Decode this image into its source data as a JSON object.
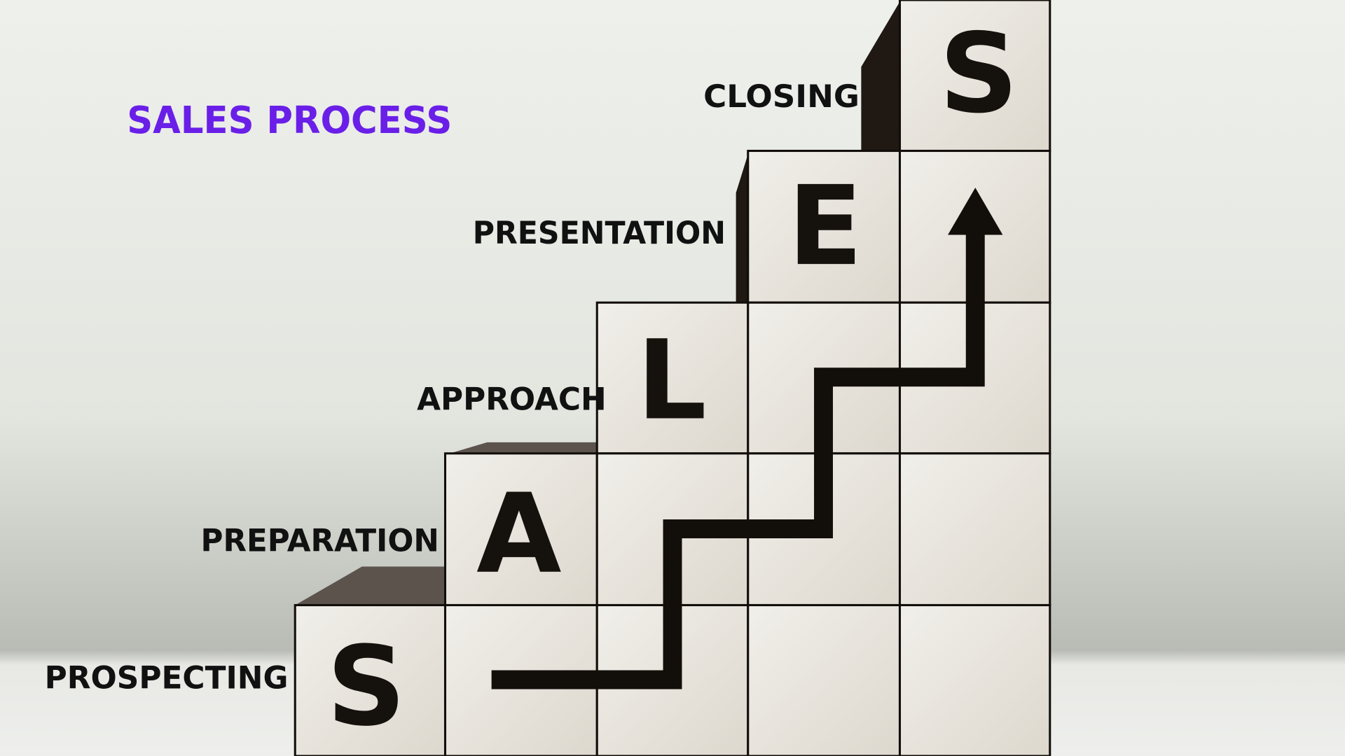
{
  "title": "SALES PROCESS",
  "colors": {
    "title": "#6a1fe8",
    "block": "#e9e6df",
    "ink": "#120e0a"
  },
  "steps": [
    {
      "label": "PROSPECTING",
      "letter": "S"
    },
    {
      "label": "PREPARATION",
      "letter": "A"
    },
    {
      "label": "APPROACH",
      "letter": "L"
    },
    {
      "label": "PRESENTATION",
      "letter": "E"
    },
    {
      "label": "CLOSING",
      "letter": "S"
    }
  ]
}
